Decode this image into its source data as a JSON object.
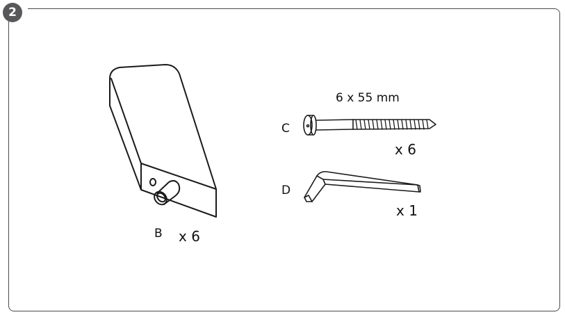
{
  "step": {
    "number": "2"
  },
  "parts": [
    {
      "id": "B",
      "letter": "B",
      "quantity": "x 6",
      "name": "leg-block"
    },
    {
      "id": "C",
      "letter": "C",
      "quantity": "x 6",
      "dimension": "6 x 55 mm",
      "name": "screw"
    },
    {
      "id": "D",
      "letter": "D",
      "quantity": "x 1",
      "name": "allen-key"
    }
  ],
  "colors": {
    "badge": "#58585a",
    "frame": "#4a4a4a",
    "line": "#1a1a1a"
  }
}
